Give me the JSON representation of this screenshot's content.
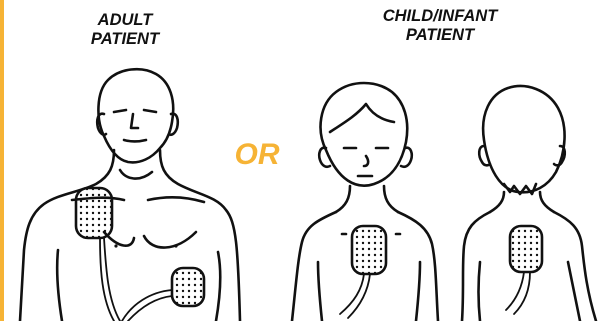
{
  "adult": {
    "line1": "ADULT",
    "line2": "PATIENT"
  },
  "child": {
    "line1": "CHILD/INFANT",
    "line2": "PATIENT"
  },
  "separator": "OR",
  "colors": {
    "accent": "#f6b335",
    "or_text": "#f6b335",
    "ink": "#111111",
    "paper": "#ffffff"
  },
  "icons": {
    "adult_figure": "adult-torso-with-pads-icon",
    "child_front_figure": "child-front-with-pad-icon",
    "child_back_figure": "child-back-with-pad-icon",
    "electrode_pad": "electrode-pad-icon"
  }
}
